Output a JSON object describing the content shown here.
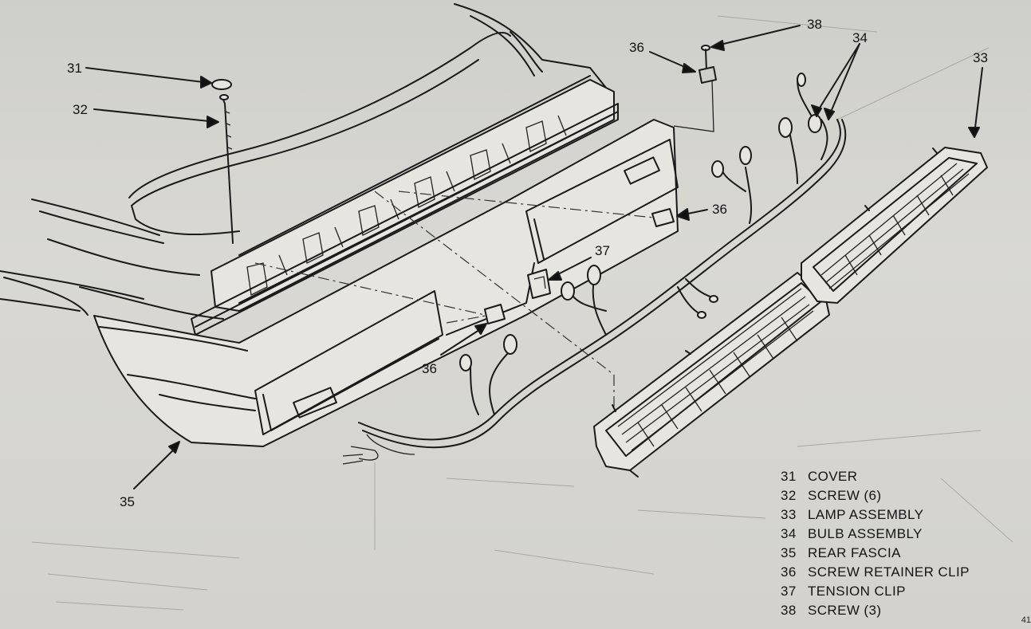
{
  "callouts": [
    {
      "id": "31",
      "text": "31"
    },
    {
      "id": "32",
      "text": "32"
    },
    {
      "id": "33",
      "text": "33"
    },
    {
      "id": "34",
      "text": "34"
    },
    {
      "id": "35",
      "text": "35"
    },
    {
      "id": "36a",
      "text": "36"
    },
    {
      "id": "36b",
      "text": "36"
    },
    {
      "id": "36c",
      "text": "36"
    },
    {
      "id": "37",
      "text": "37"
    },
    {
      "id": "38",
      "text": "38"
    }
  ],
  "legend": [
    {
      "num": "31",
      "label": "COVER"
    },
    {
      "num": "32",
      "label": "SCREW (6)"
    },
    {
      "num": "33",
      "label": "LAMP ASSEMBLY"
    },
    {
      "num": "34",
      "label": "BULB ASSEMBLY"
    },
    {
      "num": "35",
      "label": "REAR FASCIA"
    },
    {
      "num": "36",
      "label": "SCREW RETAINER CLIP"
    },
    {
      "num": "37",
      "label": "TENSION CLIP"
    },
    {
      "num": "38",
      "label": "SCREW (3)"
    }
  ],
  "page_number": "41"
}
